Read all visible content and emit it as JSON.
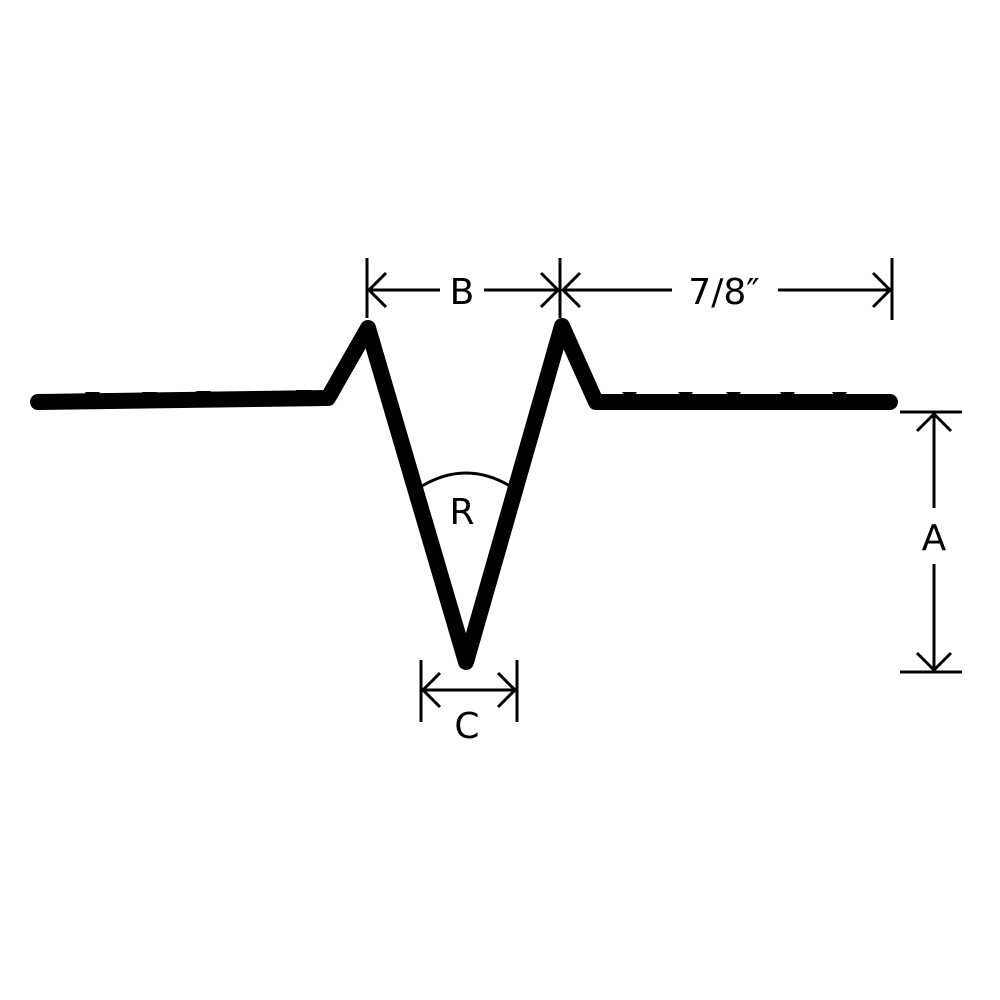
{
  "diagram": {
    "labels": {
      "b": "B",
      "width": "7/8″",
      "a": "A",
      "r": "R",
      "c": "C"
    },
    "colors": {
      "ink": "#000000",
      "background": "#ffffff"
    }
  }
}
